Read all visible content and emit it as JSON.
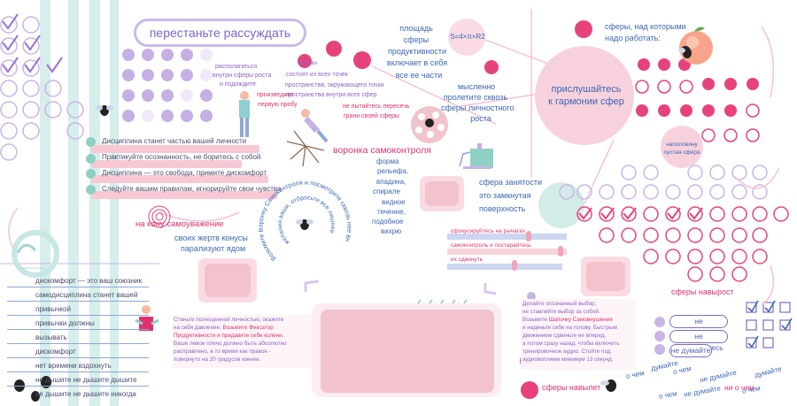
{
  "title": "перестаньте рассуждать",
  "colors": {
    "pink": "#e8427c",
    "blue": "#3b67b5",
    "purple": "#8c62c8",
    "teal": "#d6eeec",
    "lavender": "#c9b4e6"
  },
  "top_center": {
    "grow": [
      "располагаться",
      "внутри сферы роста",
      "и подождите"
    ],
    "spheres_consist": [
      "сферы",
      "состоят из всех точек",
      "пространства, окружающего точки",
      "пространства внутри всех сфер"
    ],
    "first_try": [
      "произведите",
      "первую пробу"
    ],
    "dont_cross": [
      "не пытайтесь пересечь",
      "грани своей сферы"
    ],
    "area": [
      "площадь",
      "сферы",
      "продуктивности",
      "включает в себя",
      "все ее части"
    ],
    "formula": "S=4×π×R2",
    "mentally": [
      "мысленно",
      "пролетите сквозь",
      "сферы личностного",
      "роста"
    ],
    "listen": [
      "прислушайтесь",
      "к гармонии сфер"
    ],
    "work_on": [
      "сферы, над которыми",
      "надо работать:"
    ],
    "half_empty": [
      "наполовину",
      "пустая сфера"
    ]
  },
  "discipline": [
    "Дисциплина станет частью вашей личности",
    "Практикуйте осознанность, не боритесь с собой",
    "Дисциплина — это свобода, примите дискомфорт",
    "Следуйте вашим правилам, игнорируйте свои чувства"
  ],
  "funnel": {
    "title": "воронка самоконтроля",
    "words": [
      "форма",
      "рельефа,",
      "впадина,",
      "спирале",
      "видное",
      "течение,",
      "подобное",
      "вихрю"
    ],
    "spiral_outer": "Возьмите Воронку Самоконтроля и посмотрите сквозь нее вниз. Сфокусируйтесь на центре,",
    "spiral_inner": "желания ваши, отбросьте все лишнее"
  },
  "busy": [
    "сфера занятости",
    "это замкнутая",
    "поверхность"
  ],
  "sliders": [
    "сфокусируйтесь на рычагах",
    "самоконтроль и постарайтесь",
    "их сдвинуть"
  ],
  "self_esteem": "на кону самоуважение",
  "cones": [
    "своих жертв конусы",
    "парализуют ядом"
  ],
  "gauge_label": "самоконтроль",
  "lined_list": [
    "дискомфорт — это ваш союзник",
    "самодисциплина станет вашей",
    "привычкой",
    "привычки должны",
    "вызывать",
    "дискомфорт",
    "нет времени вздохнуть",
    "не дышите не дышите дышите",
    "не дышите не дышите никогда"
  ],
  "bottom_text": {
    "l1": "Станьте полноценной личностью, окажите",
    "l2": "на себя давление.",
    "l2b": "Возьмите Фиксатор",
    "l3": "Продуктивности и придавите себе колени.",
    "l4": "Ваше левое плечо должно быть абсолютно",
    "l5": "расправлено, в то время как правое -",
    "l6": "повернуто на 20 градусов южнее."
  },
  "choice_text": {
    "l1": "Делайте осознанный выбор,",
    "l2": "не ставляйте выбор за собой.",
    "l3a": "Возьмите",
    "l3b": "Шапочку Самовнушения",
    "l4": "и наденьте себе на голову. Быстрым",
    "l5": "движением сдвиньте ее вперед,",
    "l6": "а потом сразу назад, чтобы включить",
    "l7": "тренировочное аудио. Стойте под",
    "l8": "аудиовоплями минимум 13 секунд."
  },
  "growth": "сферы навырост",
  "pills": [
    "не отвлекайтесь",
    "не сомневайтесь",
    "не думайте"
  ],
  "spheres_crowd": "сферы навылет",
  "words_cloud": [
    "о чем",
    "думайте",
    "о чем",
    "не думайте",
    "ни о чем",
    "думайте",
    "о чем",
    "не думайте",
    "о чем"
  ]
}
